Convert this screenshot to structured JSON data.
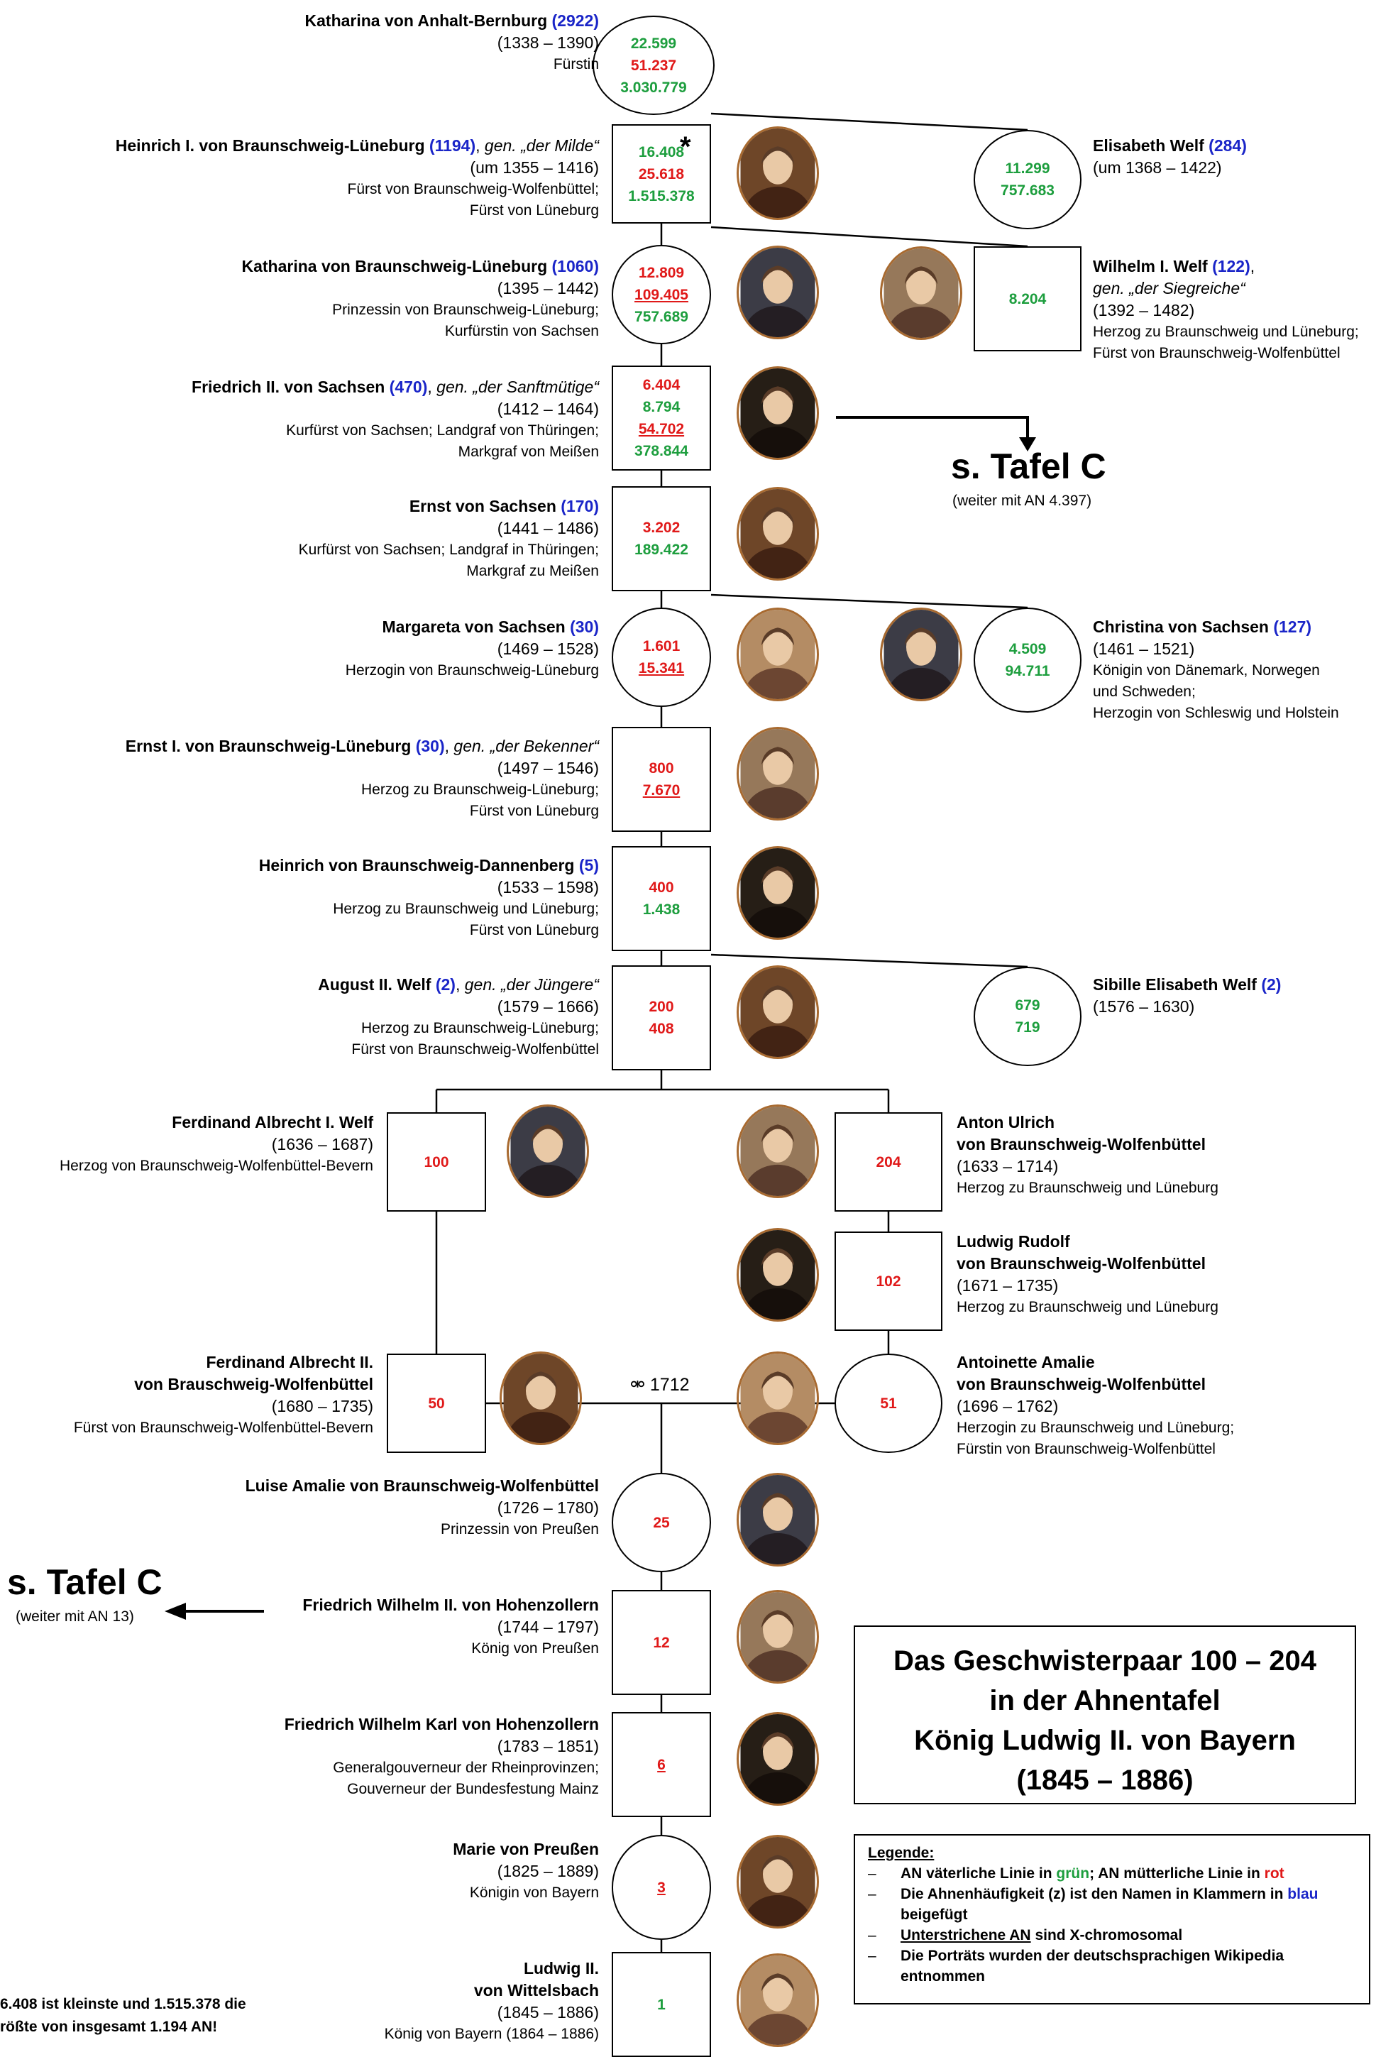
{
  "title_box": [
    "Das Geschwisterpaar 100 – 204",
    "in der Ahnentafel",
    "König Ludwig II. von Bayern",
    "(1845 – 1886)"
  ],
  "legend": {
    "heading": "Legende:",
    "item1_a": "AN väterliche Linie in ",
    "item1_green": "grün",
    "item1_b": "; AN mütterliche Linie in ",
    "item1_red": "rot",
    "item2_a": "Die Ahnenhäufigkeit (z) ist den Namen in Klammern in ",
    "item2_blue": "blau",
    "item2_b": " beigefügt",
    "item3_u": "Unterstrichene AN",
    "item3_b": " sind X-chromosomal",
    "item4": "Die Porträts wurden der deutschsprachigen Wikipedia entnommen"
  },
  "tafel_right": {
    "label": "s. Tafel C",
    "sub": "(weiter mit AN 4.397)"
  },
  "tafel_left": {
    "label": "s. Tafel C",
    "sub": "(weiter mit AN 13)"
  },
  "bottom_note": [
    "6.408 ist kleinste und 1.515.378 die",
    "rößte von insgesamt 1.194 AN!"
  ],
  "marriage_label": "⚮ 1712",
  "colors": {
    "paternal": "#1d9e3e",
    "maternal": "#e01919",
    "frequency": "#1a25c8",
    "portrait_frame": "#a86a30"
  },
  "persons": {
    "katharina_anhalt": {
      "name": "Katharina von Anhalt-Bernburg",
      "freq": "(2922)",
      "dates": "(1338 – 1390)",
      "titles": [
        "Fürstin"
      ],
      "an": [
        {
          "t": "22.599",
          "c": "g",
          "u": false
        },
        {
          "t": "51.237",
          "c": "r",
          "u": false
        },
        {
          "t": "3.030.779",
          "c": "g",
          "u": false
        }
      ]
    },
    "heinrich_1": {
      "name": "Heinrich I. von Braunschweig-Lüneburg",
      "freq": "(1194)",
      "nick": "gen. „der Milde“",
      "dates": "(um 1355 – 1416)",
      "titles": [
        "Fürst von Braunschweig-Wolfenbüttel;",
        "Fürst von Lüneburg"
      ],
      "an": [
        {
          "t": "16.408",
          "c": "g",
          "u": false
        },
        {
          "t": "25.618",
          "c": "r",
          "u": false
        },
        {
          "t": "1.515.378",
          "c": "g",
          "u": false
        }
      ],
      "marker": "*"
    },
    "elisabeth_welf": {
      "name": "Elisabeth Welf",
      "freq": "(284)",
      "dates": "(um 1368 – 1422)",
      "titles": [],
      "an": [
        {
          "t": "11.299",
          "c": "g",
          "u": false
        },
        {
          "t": "757.683",
          "c": "g",
          "u": false
        }
      ]
    },
    "katharina_bl": {
      "name": "Katharina von Braunschweig-Lüneburg",
      "freq": "(1060)",
      "dates": "(1395 – 1442)",
      "titles": [
        "Prinzessin von Braunschweig-Lüneburg;",
        "Kurfürstin von Sachsen"
      ],
      "an": [
        {
          "t": "12.809",
          "c": "r",
          "u": false
        },
        {
          "t": "109.405",
          "c": "r",
          "u": true
        },
        {
          "t": "757.689",
          "c": "g",
          "u": false
        }
      ]
    },
    "wilhelm_1": {
      "name": "Wilhelm I. Welf",
      "freq": "(122)",
      "nick": "gen. „der Siegreiche“",
      "dates": "(1392 – 1482)",
      "titles": [
        "Herzog zu Braunschweig und Lüneburg;",
        "Fürst von Braunschweig-Wolfenbüttel"
      ],
      "an": [
        {
          "t": "8.204",
          "c": "g",
          "u": false
        }
      ]
    },
    "friedrich_2": {
      "name": "Friedrich II. von Sachsen",
      "freq": "(470)",
      "nick": "gen. „der Sanftmütige“",
      "dates": "(1412 – 1464)",
      "titles": [
        "Kurfürst von Sachsen; Landgraf von Thüringen;",
        "Markgraf von Meißen"
      ],
      "an": [
        {
          "t": "6.404",
          "c": "r",
          "u": false
        },
        {
          "t": "8.794",
          "c": "g",
          "u": false
        },
        {
          "t": "54.702",
          "c": "r",
          "u": true
        },
        {
          "t": "378.844",
          "c": "g",
          "u": false
        }
      ]
    },
    "ernst_sachsen": {
      "name": "Ernst von Sachsen",
      "freq": "(170)",
      "dates": "(1441 – 1486)",
      "titles": [
        "Kurfürst von Sachsen; Landgraf in Thüringen;",
        "Markgraf zu Meißen"
      ],
      "an": [
        {
          "t": "3.202",
          "c": "r",
          "u": false
        },
        {
          "t": "189.422",
          "c": "g",
          "u": false
        }
      ]
    },
    "margareta": {
      "name": "Margareta von Sachsen",
      "freq": "(30)",
      "dates": "(1469 – 1528)",
      "titles": [
        "Herzogin von Braunschweig-Lüneburg"
      ],
      "an": [
        {
          "t": "1.601",
          "c": "r",
          "u": false
        },
        {
          "t": "15.341",
          "c": "r",
          "u": true
        }
      ]
    },
    "christina": {
      "name": "Christina von Sachsen",
      "freq": "(127)",
      "dates": "(1461 – 1521)",
      "titles": [
        "Königin von Dänemark, Norwegen",
        "und Schweden;",
        "Herzogin von Schleswig und Holstein"
      ],
      "an": [
        {
          "t": "4.509",
          "c": "g",
          "u": false
        },
        {
          "t": "94.711",
          "c": "g",
          "u": false
        }
      ]
    },
    "ernst_1": {
      "name": "Ernst I. von Braunschweig-Lüneburg",
      "freq": "(30)",
      "nick": "gen. „der Bekenner“",
      "dates": "(1497 – 1546)",
      "titles": [
        "Herzog zu Braunschweig-Lüneburg;",
        "Fürst von Lüneburg"
      ],
      "an": [
        {
          "t": "800",
          "c": "r",
          "u": false
        },
        {
          "t": "7.670",
          "c": "r",
          "u": true
        }
      ]
    },
    "heinrich_dann": {
      "name": "Heinrich von Braunschweig-Dannenberg",
      "freq": "(5)",
      "dates": "(1533 – 1598)",
      "titles": [
        "Herzog zu Braunschweig und Lüneburg;",
        "Fürst von Lüneburg"
      ],
      "an": [
        {
          "t": "400",
          "c": "r",
          "u": false
        },
        {
          "t": "1.438",
          "c": "g",
          "u": false
        }
      ]
    },
    "august_2": {
      "name": "August II. Welf",
      "freq": "(2)",
      "nick": "gen. „der Jüngere“",
      "dates": "(1579 – 1666)",
      "titles": [
        "Herzog zu Braunschweig-Lüneburg;",
        "Fürst von Braunschweig-Wolfenbüttel"
      ],
      "an": [
        {
          "t": "200",
          "c": "r",
          "u": false
        },
        {
          "t": "408",
          "c": "r",
          "u": false
        }
      ]
    },
    "sibille": {
      "name": "Sibille Elisabeth Welf",
      "freq": "(2)",
      "dates": "(1576 – 1630)",
      "titles": [],
      "an": [
        {
          "t": "679",
          "c": "g",
          "u": false
        },
        {
          "t": "719",
          "c": "g",
          "u": false
        }
      ]
    },
    "ferd_albrecht_1": {
      "name": "Ferdinand Albrecht I. Welf",
      "dates": "(1636 – 1687)",
      "titles": [
        "Herzog von Braunschweig-Wolfenbüttel-Bevern"
      ],
      "an": [
        {
          "t": "100",
          "c": "r",
          "u": false
        }
      ]
    },
    "anton_ulrich": {
      "name_lines": [
        "Anton Ulrich",
        "von Braunschweig-Wolfenbüttel"
      ],
      "dates": "(1633 – 1714)",
      "titles": [
        "Herzog zu Braunschweig und Lüneburg"
      ],
      "an": [
        {
          "t": "204",
          "c": "r",
          "u": false
        }
      ]
    },
    "ludwig_rudolf": {
      "name_lines": [
        "Ludwig Rudolf",
        "von Braunschweig-Wolfenbüttel"
      ],
      "dates": "(1671 – 1735)",
      "titles": [
        "Herzog zu Braunschweig und Lüneburg"
      ],
      "an": [
        {
          "t": "102",
          "c": "r",
          "u": false
        }
      ]
    },
    "ferd_albrecht_2": {
      "name_lines": [
        "Ferdinand Albrecht II.",
        "von Brauschweig-Wolfenbüttel"
      ],
      "dates": "(1680 – 1735)",
      "titles": [
        "Fürst von Braunschweig-Wolfenbüttel-Bevern"
      ],
      "an": [
        {
          "t": "50",
          "c": "r",
          "u": false
        }
      ]
    },
    "antoinette": {
      "name_lines": [
        "Antoinette Amalie",
        "von Braunschweig-Wolfenbüttel"
      ],
      "dates": "(1696 – 1762)",
      "titles": [
        "Herzogin zu Braunschweig und Lüneburg;",
        "Fürstin von Braunschweig-Wolfenbüttel"
      ],
      "an": [
        {
          "t": "51",
          "c": "r",
          "u": false
        }
      ]
    },
    "luise_amalie": {
      "name": "Luise Amalie von Braunschweig-Wolfenbüttel",
      "dates": "(1726 – 1780)",
      "titles": [
        "Prinzessin von Preußen"
      ],
      "an": [
        {
          "t": "25",
          "c": "r",
          "u": false
        }
      ]
    },
    "fw_2": {
      "name": "Friedrich Wilhelm II. von Hohenzollern",
      "dates": "(1744 – 1797)",
      "titles": [
        "König von Preußen"
      ],
      "an": [
        {
          "t": "12",
          "c": "r",
          "u": false
        }
      ]
    },
    "fw_karl": {
      "name": "Friedrich Wilhelm Karl von Hohenzollern",
      "dates": "(1783 – 1851)",
      "titles": [
        "Generalgouverneur der Rheinprovinzen;",
        "Gouverneur der Bundesfestung Mainz"
      ],
      "an": [
        {
          "t": "6",
          "c": "r",
          "u": true
        }
      ]
    },
    "marie": {
      "name": "Marie von Preußen",
      "dates": "(1825 – 1889)",
      "titles": [
        "Königin von Bayern"
      ],
      "an": [
        {
          "t": "3",
          "c": "r",
          "u": true
        }
      ]
    },
    "ludwig_2": {
      "name_lines": [
        "Ludwig II.",
        "von Wittelsbach"
      ],
      "dates": "(1845 – 1886)",
      "titles": [
        "König von Bayern (1864 – 1886)"
      ],
      "an": [
        {
          "t": "1",
          "c": "g",
          "u": false
        }
      ]
    }
  }
}
